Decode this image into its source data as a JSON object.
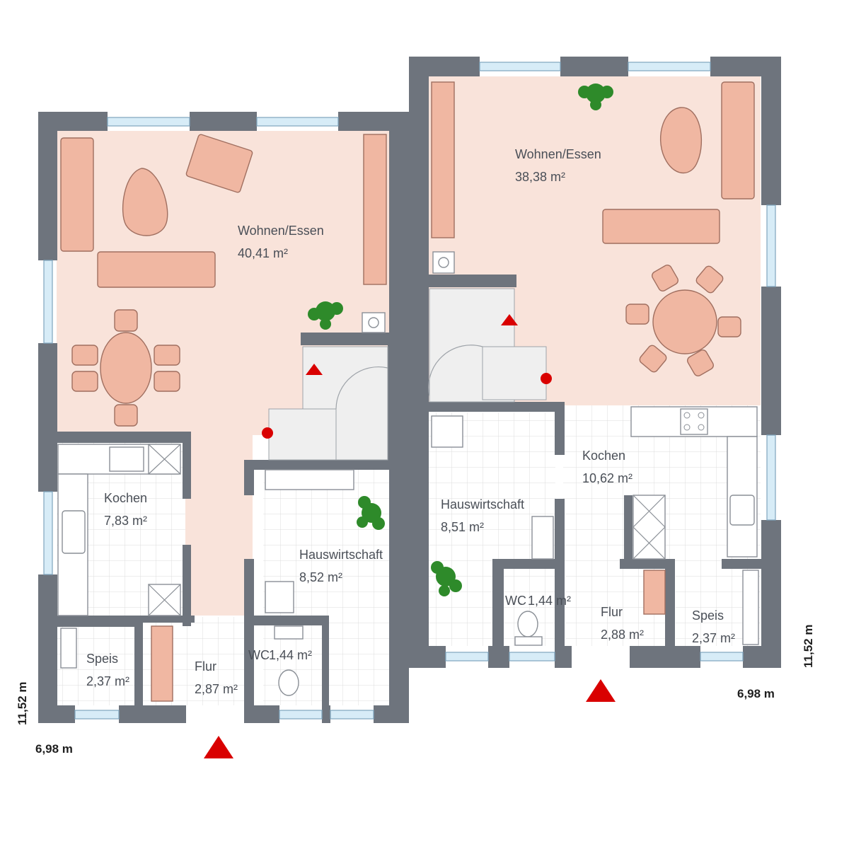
{
  "houses": [
    {
      "id": "left",
      "rooms": [
        {
          "label": "Wohnen/Essen",
          "area": "40,41 m²"
        },
        {
          "label": "Kochen",
          "area": "7,83 m²"
        },
        {
          "label": "Hauswirtschaft",
          "area": "8,52 m²"
        },
        {
          "label": "Speis",
          "area": "2,37 m²"
        },
        {
          "label": "Flur",
          "area": "2,87 m²"
        },
        {
          "label": "WC",
          "area": "1,44 m²"
        }
      ],
      "width_dim": "6,98 m",
      "depth_dim": "11,52 m"
    },
    {
      "id": "right",
      "rooms": [
        {
          "label": "Wohnen/Essen",
          "area": "38,38 m²"
        },
        {
          "label": "Kochen",
          "area": "10,62 m²"
        },
        {
          "label": "Hauswirtschaft",
          "area": "8,51 m²"
        },
        {
          "label": "WC",
          "area": "1,44 m²"
        },
        {
          "label": "Flur",
          "area": "2,88 m²"
        },
        {
          "label": "Speis",
          "area": "2,37 m²"
        }
      ],
      "width_dim": "6,98 m",
      "depth_dim": "11,52 m"
    }
  ],
  "colors": {
    "wall": "#6e747d",
    "living_floor": "#f9e3da",
    "tile_floor": "#ffffff",
    "furniture": "#f0b7a2",
    "entrance_marker": "#d90000",
    "plant": "#2e8a2a"
  },
  "icons": [
    "entrance-arrow-icon",
    "stair-direction-icon",
    "plant-icon",
    "chimney-icon",
    "sink-icon",
    "toilet-icon",
    "stove-icon"
  ]
}
